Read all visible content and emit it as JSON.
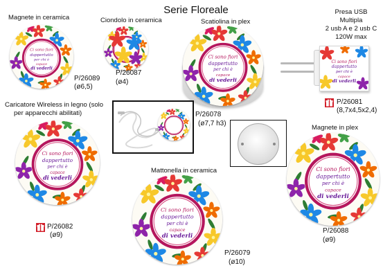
{
  "page": {
    "title": "Serie Floreale"
  },
  "motto": {
    "line1": "Ci sono fiori",
    "line2": "dappertutto",
    "line3": "per chi è",
    "line4": "capace",
    "line5": "di vederli"
  },
  "products": {
    "magnete_ceramica": {
      "name": "Magnete in ceramica",
      "code": "P/26089",
      "size": "(ø6,5)"
    },
    "ciondolo": {
      "name": "Ciondolo in ceramica",
      "code": "P/26087",
      "size": "(ø4)"
    },
    "scatiolina": {
      "name": "Scatiolina in plex",
      "code": "P/26078",
      "size": "(ø7,7 h3)"
    },
    "presa_usb": {
      "name_l1": "Presa USB",
      "name_l2": "Multipla",
      "name_l3": "2 usb A e 2 usb C",
      "name_l4": "120W max",
      "code": "P/26081",
      "size": "(8,7x4,5x2,4)"
    },
    "caricatore": {
      "name_l1": "Caricatore Wireless in legno (solo",
      "name_l2": "per apparecchi abilitati)",
      "code": "P/26082",
      "size": "(ø9)"
    },
    "mattonella": {
      "name": "Mattonella in ceramica",
      "code": "P/26079",
      "size": "(ø10)"
    },
    "magnete_plex": {
      "name": "Magnete in plex",
      "code": "P/26088",
      "size": "(ø9)"
    }
  },
  "colors": {
    "ring": "#b5175d",
    "gift": "#d21f2a",
    "text": "#111111"
  }
}
